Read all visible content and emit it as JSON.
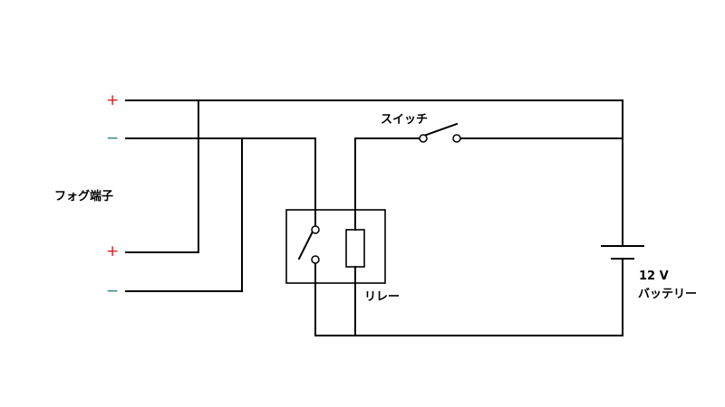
{
  "labels": {
    "fog_terminal": "フォグ端子",
    "switch": "スイッチ",
    "relay": "リレー",
    "battery_voltage": "12 V",
    "battery": "バッテリー"
  },
  "terminals": {
    "plus_symbol": "+",
    "minus_symbol": "−",
    "plus_color": "#d62020",
    "minus_color": "#2f7f86"
  }
}
